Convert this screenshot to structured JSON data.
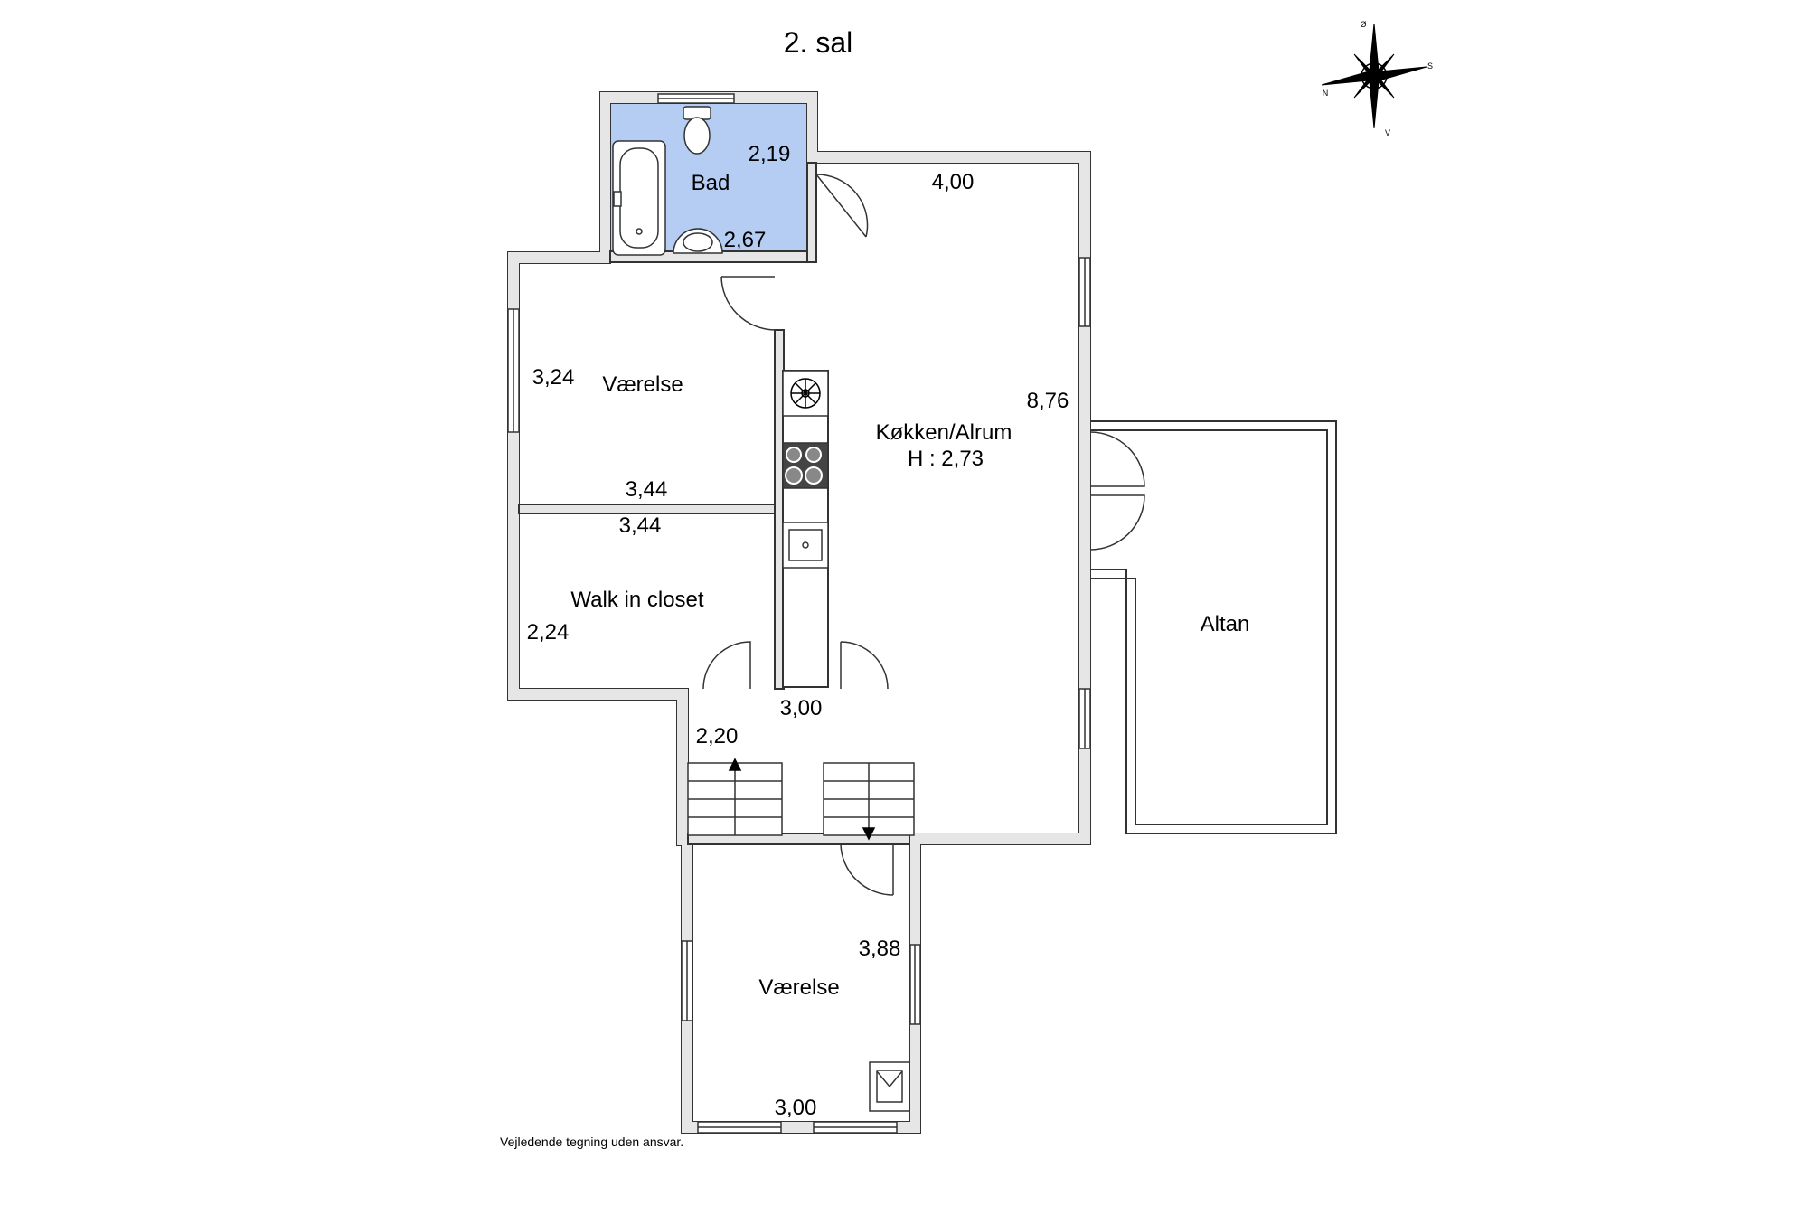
{
  "floor_title": "2. sal",
  "compass": {
    "n": "N",
    "s": "S",
    "o": "Ø",
    "v": "V"
  },
  "rooms": {
    "bad": {
      "name": "Bad",
      "dim_a": "2,19",
      "dim_b": "2,67",
      "fill": "#b5cdf3"
    },
    "kitchen": {
      "name": "Køkken/Alrum",
      "height": "H : 2,73",
      "dim_a": "4,00",
      "dim_b": "8,76"
    },
    "vaerelse1": {
      "name": "Værelse",
      "dim_a": "3,24",
      "dim_b": "3,44"
    },
    "closet": {
      "name": "Walk in closet",
      "dim_a": "3,44",
      "dim_b": "2,24"
    },
    "hall": {
      "dim_a": "3,00",
      "dim_b": "2,20"
    },
    "vaerelse2": {
      "name": "Værelse",
      "dim_a": "3,88",
      "dim_b": "3,00"
    },
    "altan": {
      "name": "Altan"
    }
  },
  "disclaimer": "Vejledende tegning uden ansvar."
}
